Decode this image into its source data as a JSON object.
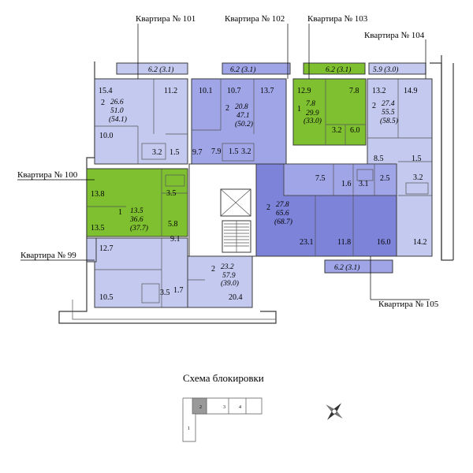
{
  "colors": {
    "light": "#c4c9ef",
    "mid": "#9fa5e6",
    "dark": "#7d83d8",
    "green": "#7fc031",
    "balcony": "#c4c9ef",
    "wall": "#3a3a3a"
  },
  "apartments": {
    "a99": {
      "label": "Квартира № 99"
    },
    "a100": {
      "label": "Квартира № 100",
      "rooms": "1",
      "living": "13.5",
      "total": "36.6",
      "total_alt": "(37.7)",
      "r1": "13.8",
      "r2": "13.5",
      "kitchen": "5.8",
      "bath": "3.5"
    },
    "a101": {
      "label": "Квартира № 101",
      "rooms": "2",
      "living": "26.6",
      "total": "51.0",
      "total_alt": "(54.1)",
      "r1": "15.4",
      "r2": "11.2",
      "r3": "10.0",
      "r4": "9.7",
      "bath1": "3.2",
      "bath2": "1.5",
      "balcony": "6.2 (3.1)"
    },
    "a102": {
      "label": "Квартира № 102",
      "rooms": "2",
      "living": "20.8",
      "total": "47.1",
      "total_alt": "(50.2)",
      "r1": "10.1",
      "r2": "10.7",
      "r3": "13.7",
      "r4": "7.9",
      "bath1": "1.5",
      "bath2": "3.2",
      "balcony": "6.2 (3.1)"
    },
    "a103": {
      "label": "Квартира № 103",
      "rooms": "1",
      "living": "7.8",
      "total": "29.9",
      "total_alt": "(33.0)",
      "r1": "12.9",
      "r2": "7.8",
      "r3": "6.0",
      "bath": "3.2",
      "balcony": "6.2 (3.1)"
    },
    "a104": {
      "label": "Квартира № 104",
      "rooms": "2",
      "living": "27.4",
      "total": "55.5",
      "total_alt": "(58.5)",
      "r1": "13.2",
      "r2": "14.9",
      "r3": "8.5",
      "r4": "14.2",
      "bath1": "1.5",
      "bath2": "3.2",
      "balcony": "5.9 (3.0)"
    },
    "a105": {
      "label": "Квартира № 105",
      "rooms": "2",
      "living": "27.8",
      "total": "65.6",
      "total_alt": "(68.7)",
      "r1": "7.5",
      "r2": "1.6",
      "r3": "3.1",
      "r4": "2.5",
      "r5": "23.1",
      "r6": "11.8",
      "r7": "16.0",
      "balcony": "6.2 (3.1)"
    },
    "a106": {
      "rooms": "2",
      "living": "23.2",
      "total": "57.9",
      "total_alt": "(39.0)",
      "r1": "12.7",
      "r2": "9.1",
      "r3": "10.5",
      "r4": "20.4",
      "bath1": "3.5",
      "bath2": "1.7"
    }
  },
  "scheme": {
    "title": "Схема блокировки",
    "sections": [
      "2",
      "3",
      "4",
      "1"
    ]
  },
  "compass": {
    "icon": "compass-rose-icon"
  }
}
